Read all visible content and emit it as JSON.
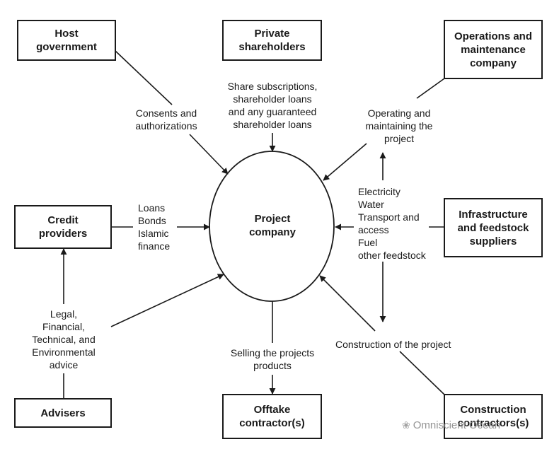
{
  "diagram": {
    "center": [
      "Project",
      "company"
    ],
    "boxes": {
      "host_government": [
        "Host",
        "government"
      ],
      "private_shareholders": [
        "Private",
        "shareholders"
      ],
      "om_company": [
        "Operations and",
        "maintenance",
        "company"
      ],
      "credit_providers": [
        "Credit",
        "providers"
      ],
      "infrastructure_suppliers": [
        "Infrastructure",
        "and feedstock",
        "suppliers"
      ],
      "advisers": [
        "Advisers"
      ],
      "offtake_contractor": [
        "Offtake",
        "contractor(s)"
      ],
      "construction_contractors": [
        "Construction",
        "contractors(s)"
      ]
    },
    "labels": {
      "consents": [
        "Consents and",
        "authorizations"
      ],
      "share": [
        "Share subscriptions,",
        "shareholder loans",
        "and any guaranteed",
        "shareholder loans"
      ],
      "operating": [
        "Operating and",
        "maintaining the",
        "project"
      ],
      "loans": [
        "Loans",
        "Bonds",
        "Islamic",
        "finance"
      ],
      "utilities": [
        "Electricity",
        "Water",
        "Transport and",
        "access",
        "Fuel",
        "other feedstock"
      ],
      "advice": [
        "Legal,",
        "Financial,",
        "Technical, and",
        "Environmental",
        "advice"
      ],
      "selling": [
        "Selling the projects",
        "products"
      ],
      "construction": [
        "Construction of the project"
      ]
    }
  },
  "watermark": {
    "icon": "wechat-icon",
    "text": "Omniscient Ocean"
  }
}
